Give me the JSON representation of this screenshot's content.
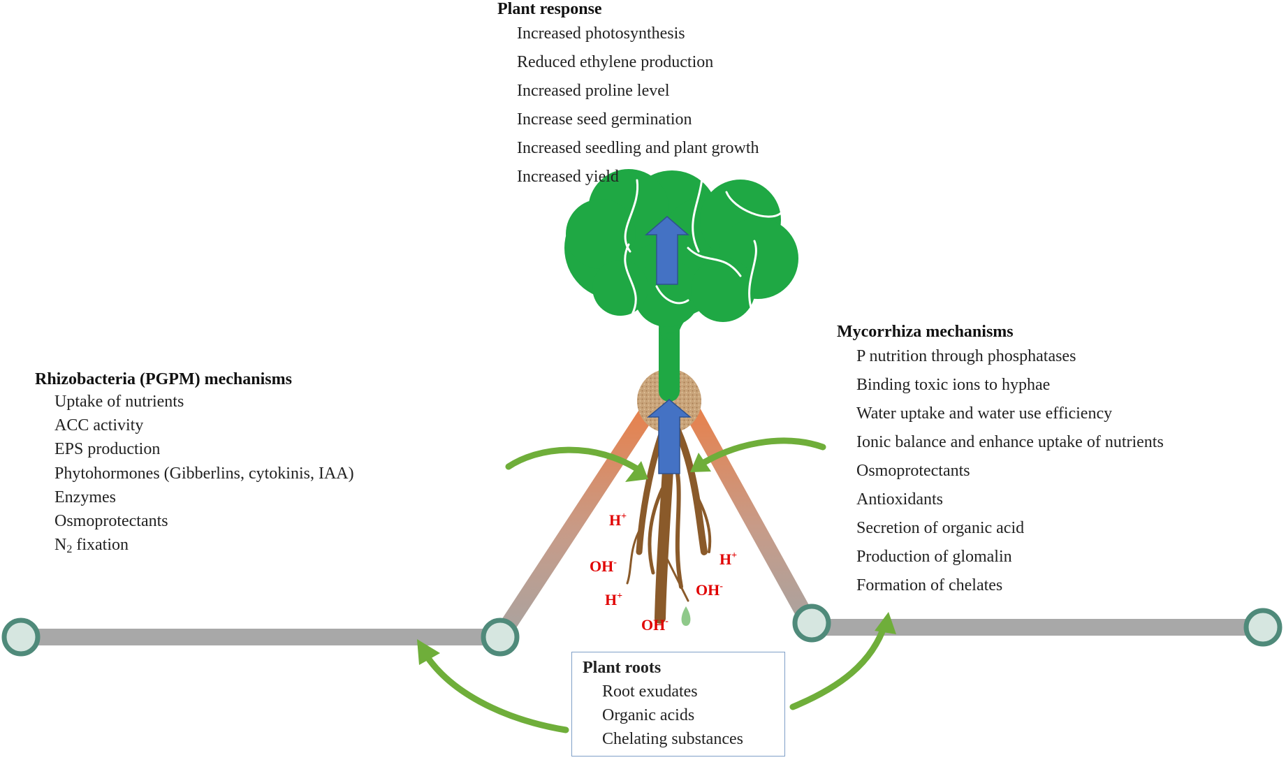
{
  "plant_response": {
    "heading": "Plant response",
    "items": [
      "Increased photosynthesis",
      "Reduced ethylene production",
      "Increased  proline level",
      "Increase seed germination",
      "Increased seedling and plant growth",
      "Increased yield"
    ]
  },
  "rhizobacteria": {
    "heading": "Rhizobacteria (PGPM) mechanisms",
    "items": [
      "Uptake of nutrients",
      "ACC activity",
      "EPS production",
      "Phytohormones (Gibberlins, cytokinis, IAA)",
      "Enzymes",
      "Osmoprotectants"
    ],
    "n2_prefix": "N",
    "n2_subscript": "2",
    "n2_suffix": " fixation"
  },
  "mycorrhiza": {
    "heading": "Mycorrhiza mechanisms",
    "items": [
      "P nutrition through phosphatases",
      "Binding toxic ions to hyphae",
      "Water uptake and water use efficiency",
      "Ionic balance and enhance uptake of nutrients",
      "Osmoprotectants",
      "Antioxidants",
      "Secretion of organic acid",
      "Production of glomalin",
      "Formation of chelates"
    ]
  },
  "plant_roots": {
    "heading": "Plant roots",
    "items": [
      "Root exudates",
      "Organic acids",
      "Chelating substances"
    ]
  },
  "ions": {
    "h_base": "H",
    "h_sign": "+",
    "oh_base": "OH",
    "oh_sign": "-"
  },
  "colors": {
    "tree_green": "#1fa844",
    "arrow_green": "#6fae3a",
    "blue_arrow": "#4472c4",
    "line_gray": "#a8a8a8",
    "node_fill": "#d6e6e0",
    "node_stroke": "#4f8a7a",
    "root_brown": "#8a5a2a",
    "slope_top": "#e8804a",
    "ion_red": "#e00000",
    "box_border": "#7f9fc7"
  }
}
